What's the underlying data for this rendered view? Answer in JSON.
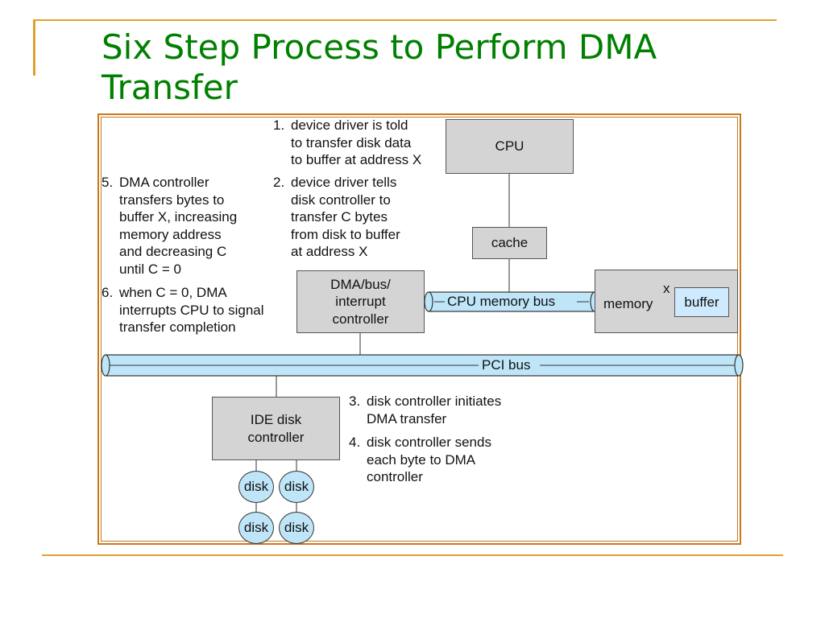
{
  "slide": {
    "title": "Six Step Process to Perform DMA Transfer"
  },
  "diagram": {
    "steps": [
      {
        "num": "1.",
        "text": "device driver is told\nto transfer disk data\nto buffer at address X"
      },
      {
        "num": "2.",
        "text": "device driver tells\ndisk controller to\ntransfer C bytes\nfrom disk to buffer\nat address X"
      },
      {
        "num": "3.",
        "text": "disk controller initiates\nDMA transfer"
      },
      {
        "num": "4.",
        "text": "disk controller sends\neach byte to DMA\ncontroller"
      },
      {
        "num": "5.",
        "text": "DMA controller\ntransfers bytes to\nbuffer X, increasing\nmemory address\nand decreasing C\nuntil C = 0"
      },
      {
        "num": "6.",
        "text": "when C = 0, DMA\ninterrupts CPU to signal\ntransfer completion"
      }
    ],
    "components": {
      "cpu": "CPU",
      "cache": "cache",
      "dma_controller": "DMA/bus/\ninterrupt\ncontroller",
      "memory": "memory",
      "buffer": "buffer",
      "buffer_address": "x",
      "ide_controller": "IDE disk\ncontroller",
      "disks": [
        "disk",
        "disk",
        "disk",
        "disk"
      ]
    },
    "buses": {
      "cpu_memory_bus": "CPU memory bus",
      "pci_bus": "PCI bus"
    },
    "colors": {
      "title": "#008000",
      "frame": "#c8781e",
      "slide_rule": "#e0a030",
      "bus_fill": "#bfe6f8",
      "box_fill": "#d4d4d4",
      "buffer_fill": "#cfeaff"
    }
  }
}
